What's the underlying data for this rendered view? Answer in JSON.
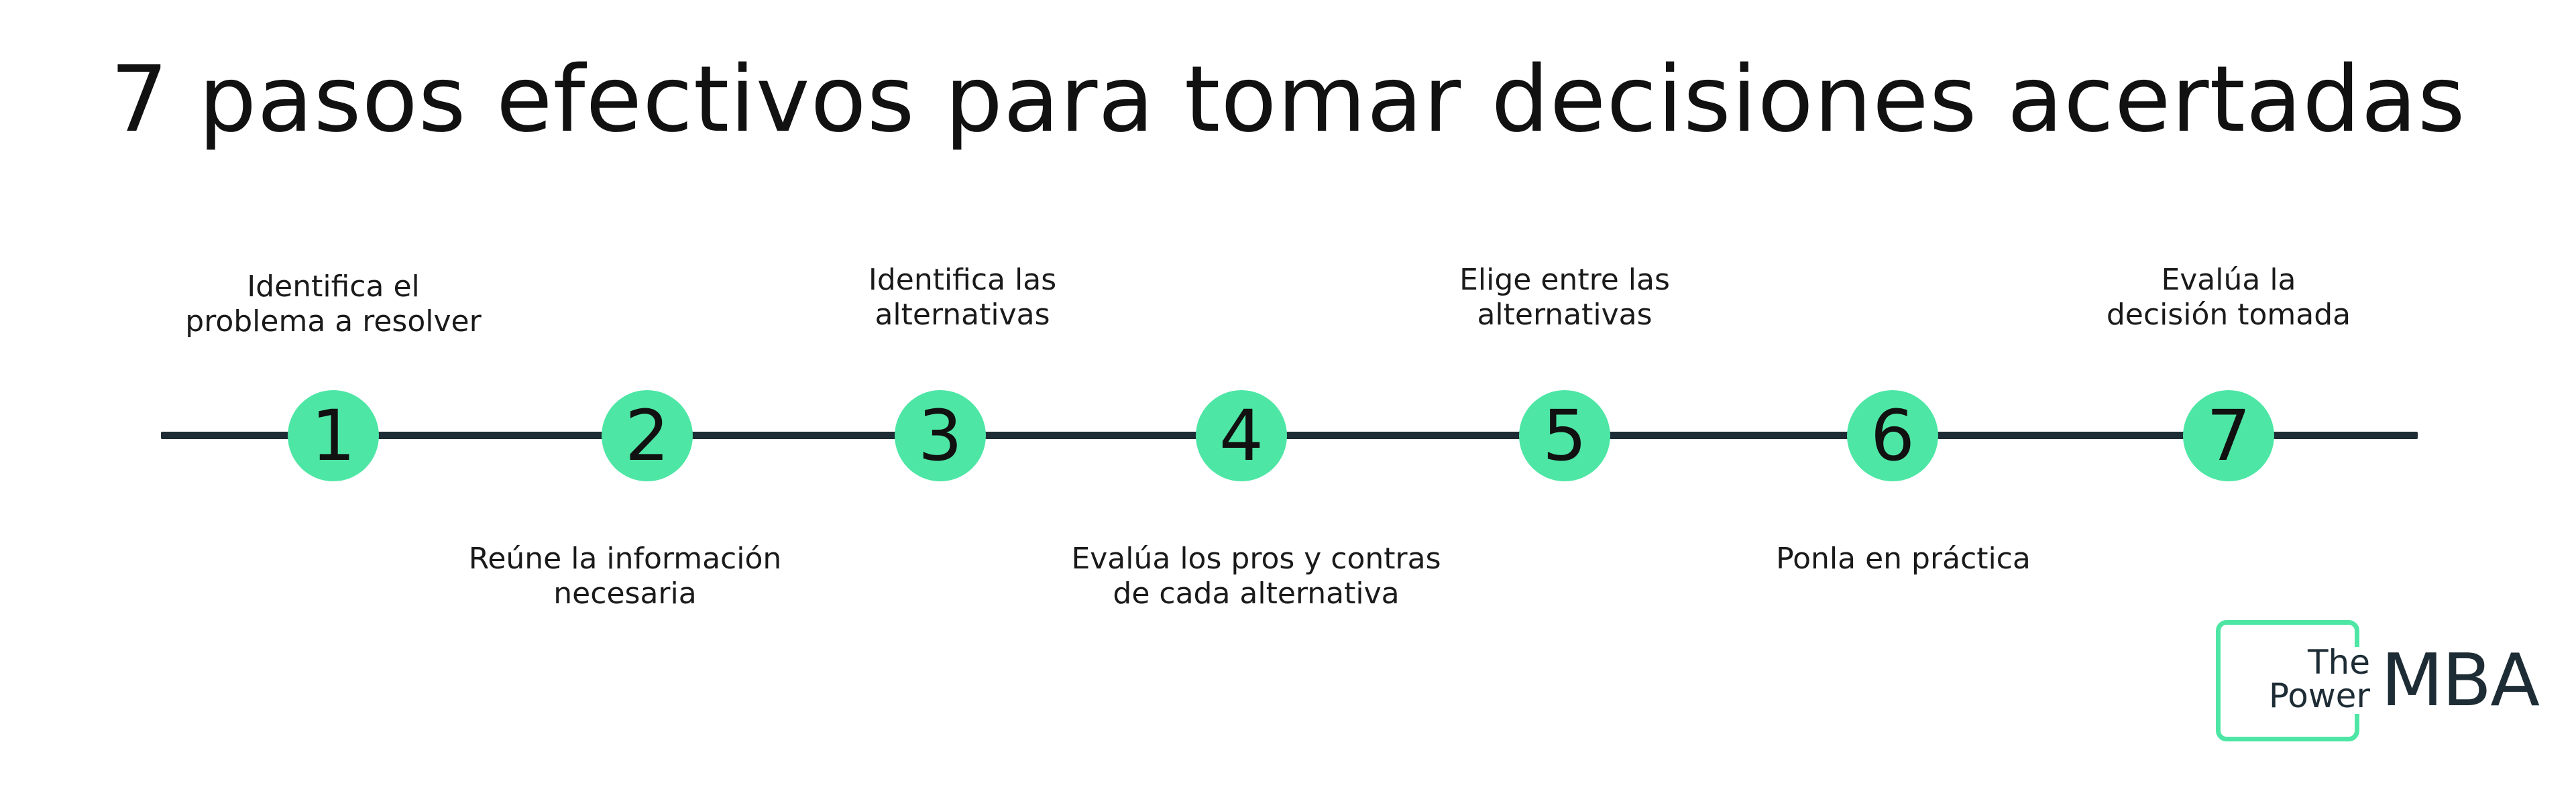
{
  "title": "7 pasos efectivos para tomar decisiones acertadas",
  "colors": {
    "accent": "#4ee6a5",
    "line": "#1e2d35",
    "logo_frame": "#4ee6a5",
    "logo_text": "#1e2d35"
  },
  "steps": [
    {
      "number": "1",
      "label": "Identifica el\nproblema a resolver",
      "position": "top"
    },
    {
      "number": "2",
      "label": "Reúne la información\nnecesaria",
      "position": "bottom"
    },
    {
      "number": "3",
      "label": "Identifica las\nalternativas",
      "position": "top"
    },
    {
      "number": "4",
      "label": "Evalúa los pros y contras\nde cada alternativa",
      "position": "bottom"
    },
    {
      "number": "5",
      "label": "Elige entre las\nalternativas",
      "position": "top"
    },
    {
      "number": "6",
      "label": "Ponla en práctica",
      "position": "bottom"
    },
    {
      "number": "7",
      "label": "Evalúa la\ndecisión tomada",
      "position": "top"
    }
  ],
  "logo": {
    "the": "The",
    "power": "Power",
    "mba": "MBA"
  }
}
